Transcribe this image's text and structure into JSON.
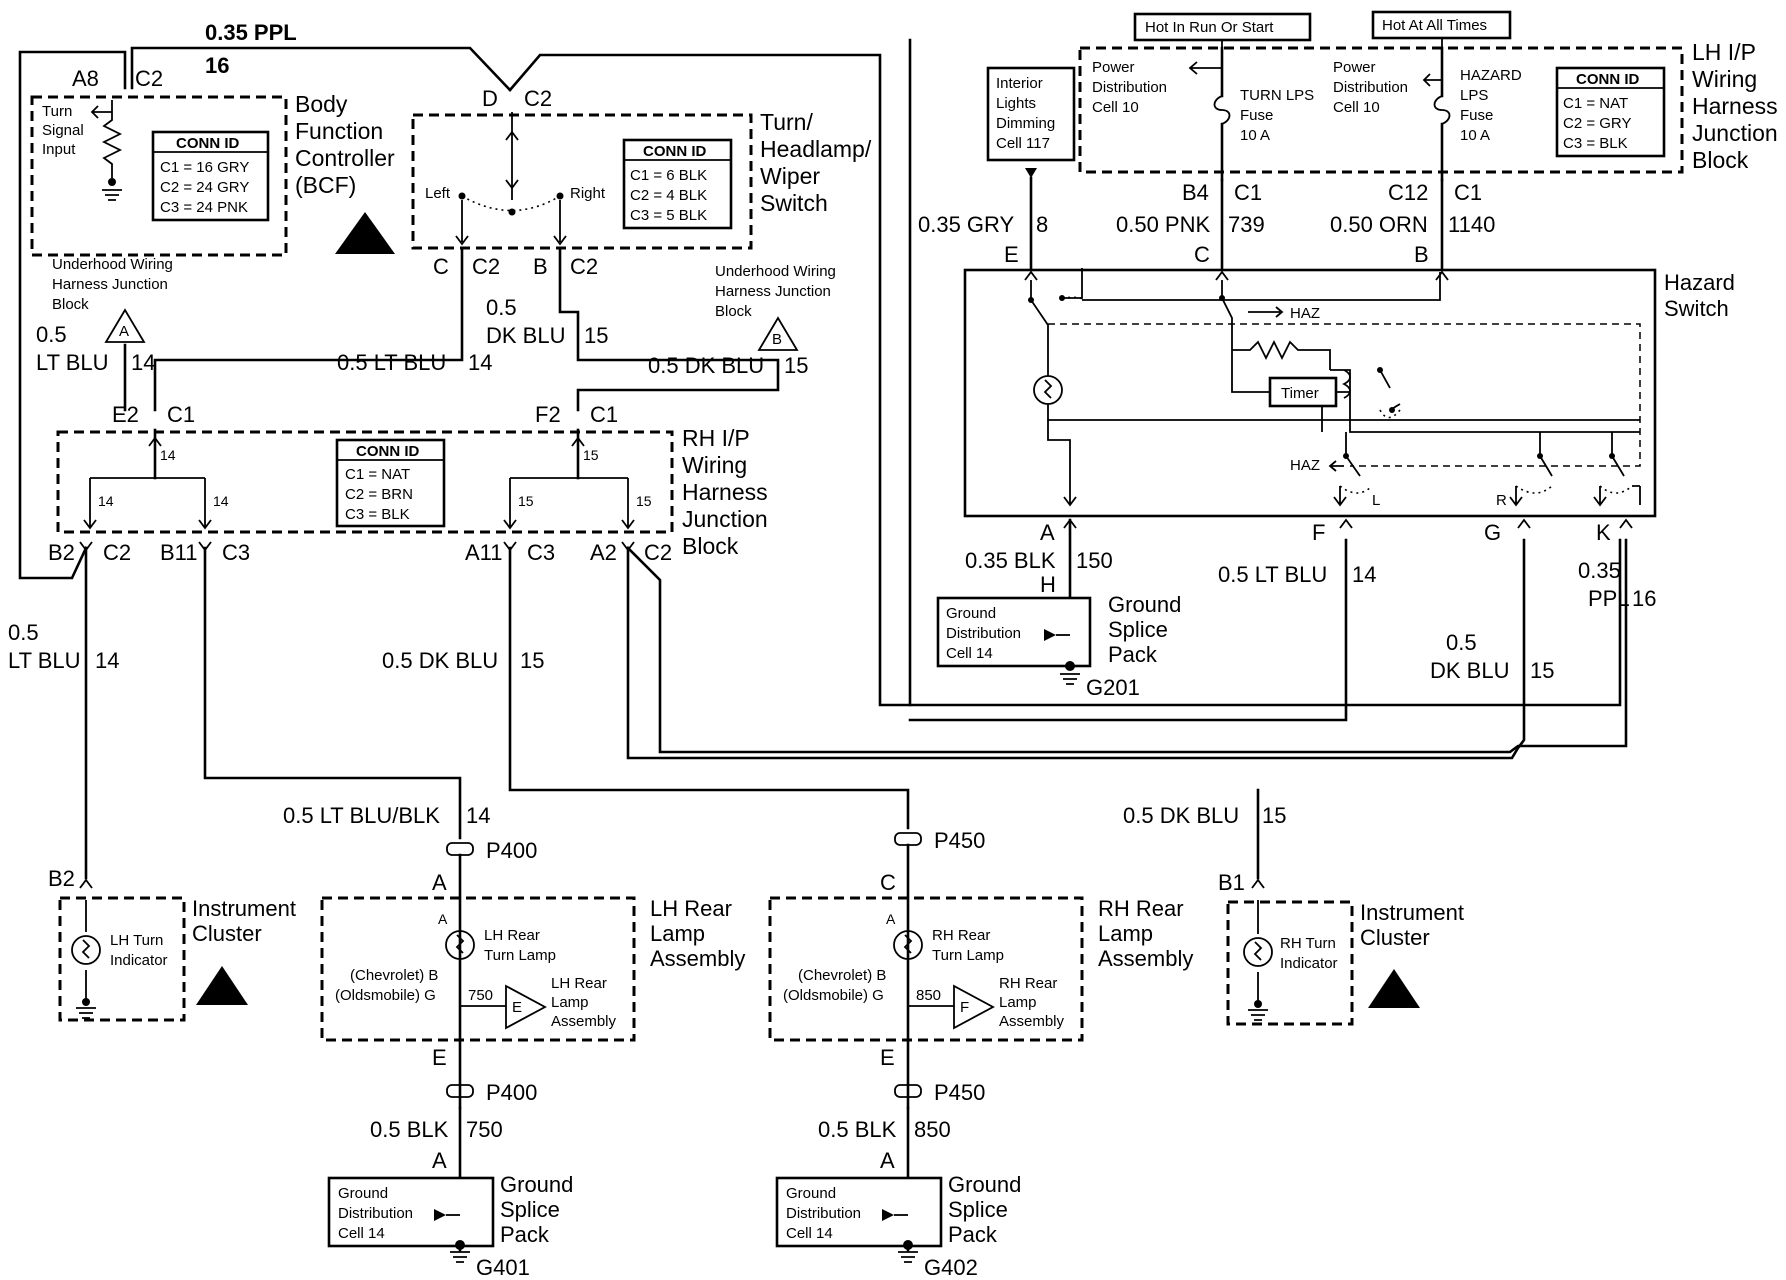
{
  "colors": {
    "ink": "#000000",
    "paper": "#ffffff"
  },
  "top_left": {
    "ppl_label": "0.35 PPL",
    "ppl_circuit": "16",
    "a8": "A8",
    "c2_a": "C2",
    "d": "D",
    "c2_b": "C2"
  },
  "bcf": {
    "title_lines": [
      "Body",
      "Function",
      "Controller",
      "(BCF)"
    ],
    "input_lines": [
      "Turn",
      "Signal",
      "Input"
    ],
    "conn_id_title": "CONN ID",
    "conn_ids": [
      "C1 = 16 GRY",
      "C2 = 24 GRY",
      "C3 = 24 PNK"
    ]
  },
  "switch": {
    "title_lines": [
      "Turn/",
      "Headlamp/",
      "Wiper",
      "Switch"
    ],
    "left": "Left",
    "right": "Right",
    "conn_id_title": "CONN ID",
    "conn_ids": [
      "C1 = 6 BLK",
      "C2 = 4 BLK",
      "C3 = 5 BLK"
    ],
    "pin_c": "C",
    "pin_c_conn": "C2",
    "pin_b": "B",
    "pin_b_conn": "C2"
  },
  "underhood_a": {
    "lines": [
      "Underhood Wiring",
      "Harness Junction",
      "Block"
    ],
    "ref": "A"
  },
  "underhood_b": {
    "lines": [
      "Underhood Wiring",
      "Harness Junction",
      "Block"
    ],
    "ref": "B"
  },
  "wires_mid": {
    "lt_blu_gauge": "0.5",
    "lt_blu_color": "LT BLU",
    "lt_blu_circuit": "14",
    "lt_blu_label": "0.5 LT BLU",
    "lt_blu_circuit2": "14",
    "dk_blu_gauge": "0.5",
    "dk_blu_color": "DK BLU",
    "dk_blu_circuit": "15",
    "dk_blu_label": "0.5 DK BLU",
    "dk_blu_circuit2": "15"
  },
  "rh_junction": {
    "title_lines": [
      "RH I/P",
      "Wiring",
      "Harness",
      "Junction",
      "Block"
    ],
    "e2": "E2",
    "c1_a": "C1",
    "f2": "F2",
    "c1_b": "C1",
    "n14a": "14",
    "n14b": "14",
    "n14c": "14",
    "n15a": "15",
    "n15b": "15",
    "n15c": "15",
    "conn_id_title": "CONN ID",
    "conn_ids": [
      "C1 = NAT",
      "C2 = BRN",
      "C3 = BLK"
    ],
    "b2": "B2",
    "b2_conn": "C2",
    "b11": "B11",
    "b11_conn": "C3",
    "a11": "A11",
    "a11_conn": "C3",
    "a2": "A2",
    "a2_conn": "C2"
  },
  "lower_wires": {
    "lt_blu_gauge": "0.5",
    "lt_blu_color": "LT BLU",
    "lt_blu_circuit": "14",
    "dk_blu_label": "0.5 DK BLU",
    "dk_blu_circuit": "15",
    "lt_blu_blk_label": "0.5 LT BLU/BLK",
    "lt_blu_blk_circuit": "14",
    "dk_blu_right_label": "0.5 DK BLU",
    "dk_blu_right_circuit": "15"
  },
  "lh_cluster": {
    "pin": "B2",
    "indicator_lines": [
      "LH Turn",
      "Indicator"
    ],
    "title_lines": [
      "Instrument",
      "Cluster"
    ]
  },
  "rh_cluster": {
    "pin": "B1",
    "indicator_lines": [
      "RH Turn",
      "Indicator"
    ],
    "title_lines": [
      "Instrument",
      "Cluster"
    ]
  },
  "lh_rear": {
    "p_top": "P400",
    "pin_a": "A",
    "inner_a": "A",
    "lamp_lines": [
      "LH Rear",
      "Turn Lamp"
    ],
    "make_lines": [
      "(Chevrolet) B",
      "(Oldsmobile) G"
    ],
    "circuit": "750",
    "ref": "E",
    "ref_lines": [
      "LH Rear",
      "Lamp",
      "Assembly"
    ],
    "title_lines": [
      "LH Rear",
      "Lamp",
      "Assembly"
    ],
    "pin_e": "E",
    "p_bottom": "P400",
    "blk_label": "0.5 BLK",
    "blk_circuit": "750",
    "pin_a2": "A",
    "ground_lines": [
      "Ground",
      "Distribution",
      "Cell 14"
    ],
    "splice_lines": [
      "Ground",
      "Splice",
      "Pack"
    ],
    "ground_id": "G401"
  },
  "rh_rear": {
    "p_top": "P450",
    "pin_c": "C",
    "inner_a": "A",
    "lamp_lines": [
      "RH Rear",
      "Turn Lamp"
    ],
    "make_lines": [
      "(Chevrolet) B",
      "(Oldsmobile) G"
    ],
    "circuit": "850",
    "ref": "F",
    "ref_lines": [
      "RH Rear",
      "Lamp",
      "Assembly"
    ],
    "title_lines": [
      "RH Rear",
      "Lamp",
      "Assembly"
    ],
    "pin_e": "E",
    "p_bottom": "P450",
    "blk_label": "0.5 BLK",
    "blk_circuit": "850",
    "pin_a2": "A",
    "ground_lines": [
      "Ground",
      "Distribution",
      "Cell 14"
    ],
    "splice_lines": [
      "Ground",
      "Splice",
      "Pack"
    ],
    "ground_id": "G402"
  },
  "lh_junction": {
    "hot_run": "Hot In Run Or Start",
    "hot_all": "Hot At All Times",
    "pd1_lines": [
      "Power",
      "Distribution",
      "Cell 10"
    ],
    "fuse1_lines": [
      "TURN LPS",
      "Fuse",
      "10 A"
    ],
    "pd2_lines": [
      "Power",
      "Distribution",
      "Cell 10"
    ],
    "fuse2_lines": [
      "HAZARD",
      "LPS",
      "Fuse",
      "10 A"
    ],
    "conn_id_title": "CONN ID",
    "conn_ids": [
      "C1 = NAT",
      "C2 = GRY",
      "C3 = BLK"
    ],
    "title_lines": [
      "LH I/P",
      "Wiring",
      "Harness",
      "Junction",
      "Block"
    ],
    "b4": "B4",
    "b4_conn": "C1",
    "c12": "C12",
    "c12_conn": "C1"
  },
  "interior": {
    "lines": [
      "Interior",
      "Lights",
      "Dimming",
      "Cell 117"
    ]
  },
  "hazard_feeds": {
    "gry": "0.35 GRY",
    "gry_circuit": "8",
    "pnk": "0.50 PNK",
    "pnk_circuit": "739",
    "orn": "0.50 ORN",
    "orn_circuit": "1140"
  },
  "hazard": {
    "title_lines": [
      "Hazard",
      "Switch"
    ],
    "pin_e": "E",
    "pin_c": "C",
    "pin_b": "B",
    "haz_top": "HAZ",
    "haz_mid": "HAZ",
    "timer": "Timer",
    "l": "L",
    "r": "R",
    "pin_a": "A",
    "pin_f": "F",
    "pin_g": "G",
    "pin_k": "K"
  },
  "hazard_out": {
    "blk": "0.35 BLK",
    "blk_circuit": "150",
    "pin_h": "H",
    "lt_blu": "0.5 LT BLU",
    "lt_blu_circuit": "14",
    "dk_gauge": "0.5",
    "dk_color": "DK BLU",
    "dk_circuit": "15",
    "ppl_gauge": "0.35",
    "ppl_color": "PPL",
    "ppl_circuit": "16",
    "ground_lines": [
      "Ground",
      "Distribution",
      "Cell 14"
    ],
    "splice_lines": [
      "Ground",
      "Splice",
      "Pack"
    ],
    "ground_id": "G201"
  }
}
